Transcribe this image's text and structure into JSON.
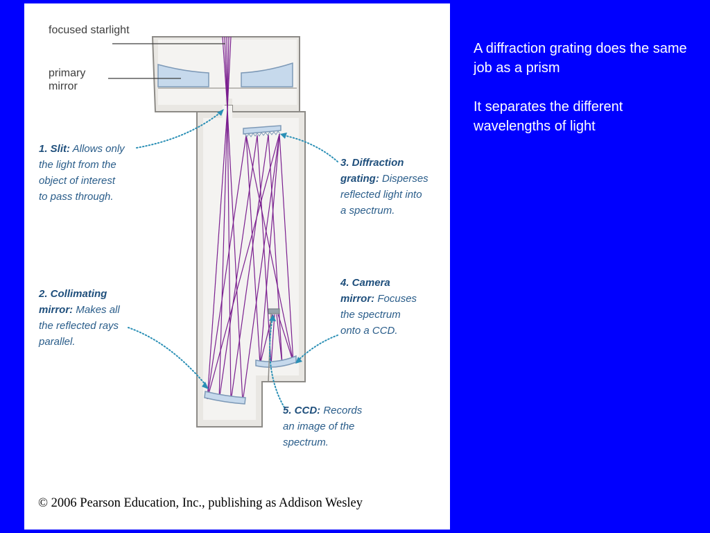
{
  "labels": {
    "focused_starlight": "focused starlight",
    "primary_mirror": "primary mirror"
  },
  "callouts": [
    {
      "id": "slit",
      "title": "1. Slit:",
      "desc": [
        "Allows only",
        "the light from the",
        "object of interest",
        "to pass through."
      ]
    },
    {
      "id": "collimating",
      "title": "2. Collimating",
      "title2": "mirror:",
      "desc": [
        "Makes all",
        "the reflected rays",
        "parallel."
      ]
    },
    {
      "id": "grating",
      "title": "3. Diffraction",
      "title2": "grating:",
      "desc": [
        "Disperses",
        "reflected light into",
        "a spectrum."
      ]
    },
    {
      "id": "camera",
      "title": "4. Camera",
      "title2": "mirror:",
      "desc": [
        "Focuses",
        "the spectrum",
        "onto a CCD."
      ]
    },
    {
      "id": "ccd",
      "title": "5. CCD:",
      "desc": [
        "Records",
        "an image of the",
        "spectrum."
      ]
    }
  ],
  "copyright": "© 2006 Pearson Education, Inc., publishing as Addison Wesley",
  "side_text": {
    "p1": "A diffraction grating does the same job as a prism",
    "p2": "It separates the different wavelengths of light"
  },
  "colors": {
    "background": "#0000ff",
    "ray": "#7a1f8f",
    "callout": "#2a5d8a",
    "dotted_leader": "#2a8fb5",
    "housing_fill": "#e9e7e3",
    "housing_edge": "#8c8a86",
    "mirror_fill": "#c6d9ec"
  }
}
